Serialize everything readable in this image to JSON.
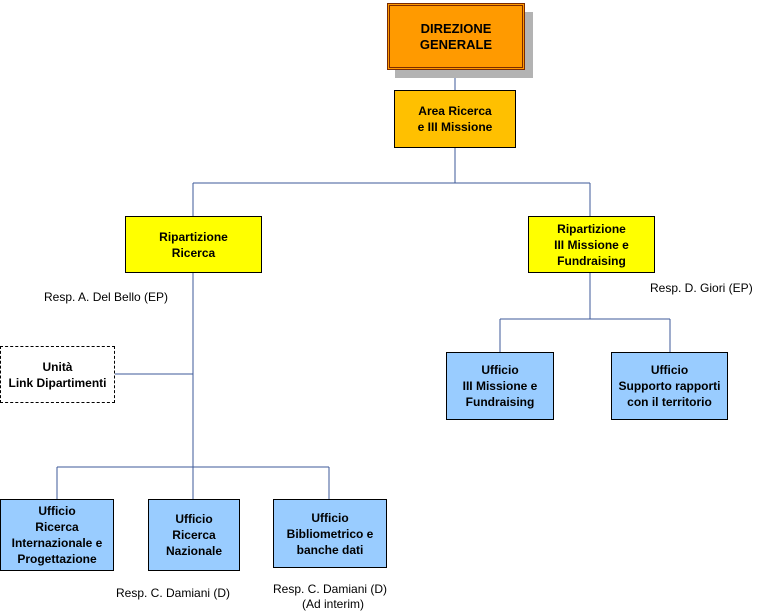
{
  "nodes": {
    "direzione": "DIREZIONE\nGENERALE",
    "area": "Area Ricerca\ne III Missione",
    "rip_ricerca": "Ripartizione\nRicerca",
    "rip_missione": "Ripartizione\nIII Missione e\nFundraising",
    "unita_link": "Unità\nLink Dipartimenti",
    "uff_missione": "Ufficio\nIII Missione e\nFundraising",
    "uff_supporto": "Ufficio\nSupporto rapporti\ncon il territorio",
    "uff_internazionale": "Ufficio\nRicerca\nInternazionale e\nProgettazione",
    "uff_nazionale": "Ufficio\nRicerca\nNazionale",
    "uff_bibliometrico": "Ufficio\nBibliometrico e\nbanche dati"
  },
  "responsabili": {
    "rip_ricerca": "Resp. A. Del Bello (EP)",
    "rip_missione": "Resp. D. Giori (EP)",
    "uff_nazionale": "Resp. C. Damiani (D)",
    "uff_bibliometrico": "Resp. C. Damiani (D)",
    "uff_bibliometrico_note": "(Ad interim)"
  },
  "colors": {
    "root": "#ff9a00",
    "area": "#ffc000",
    "ripartizione": "#ffff00",
    "ufficio": "#99ccff",
    "connector": "#3d5a99"
  }
}
